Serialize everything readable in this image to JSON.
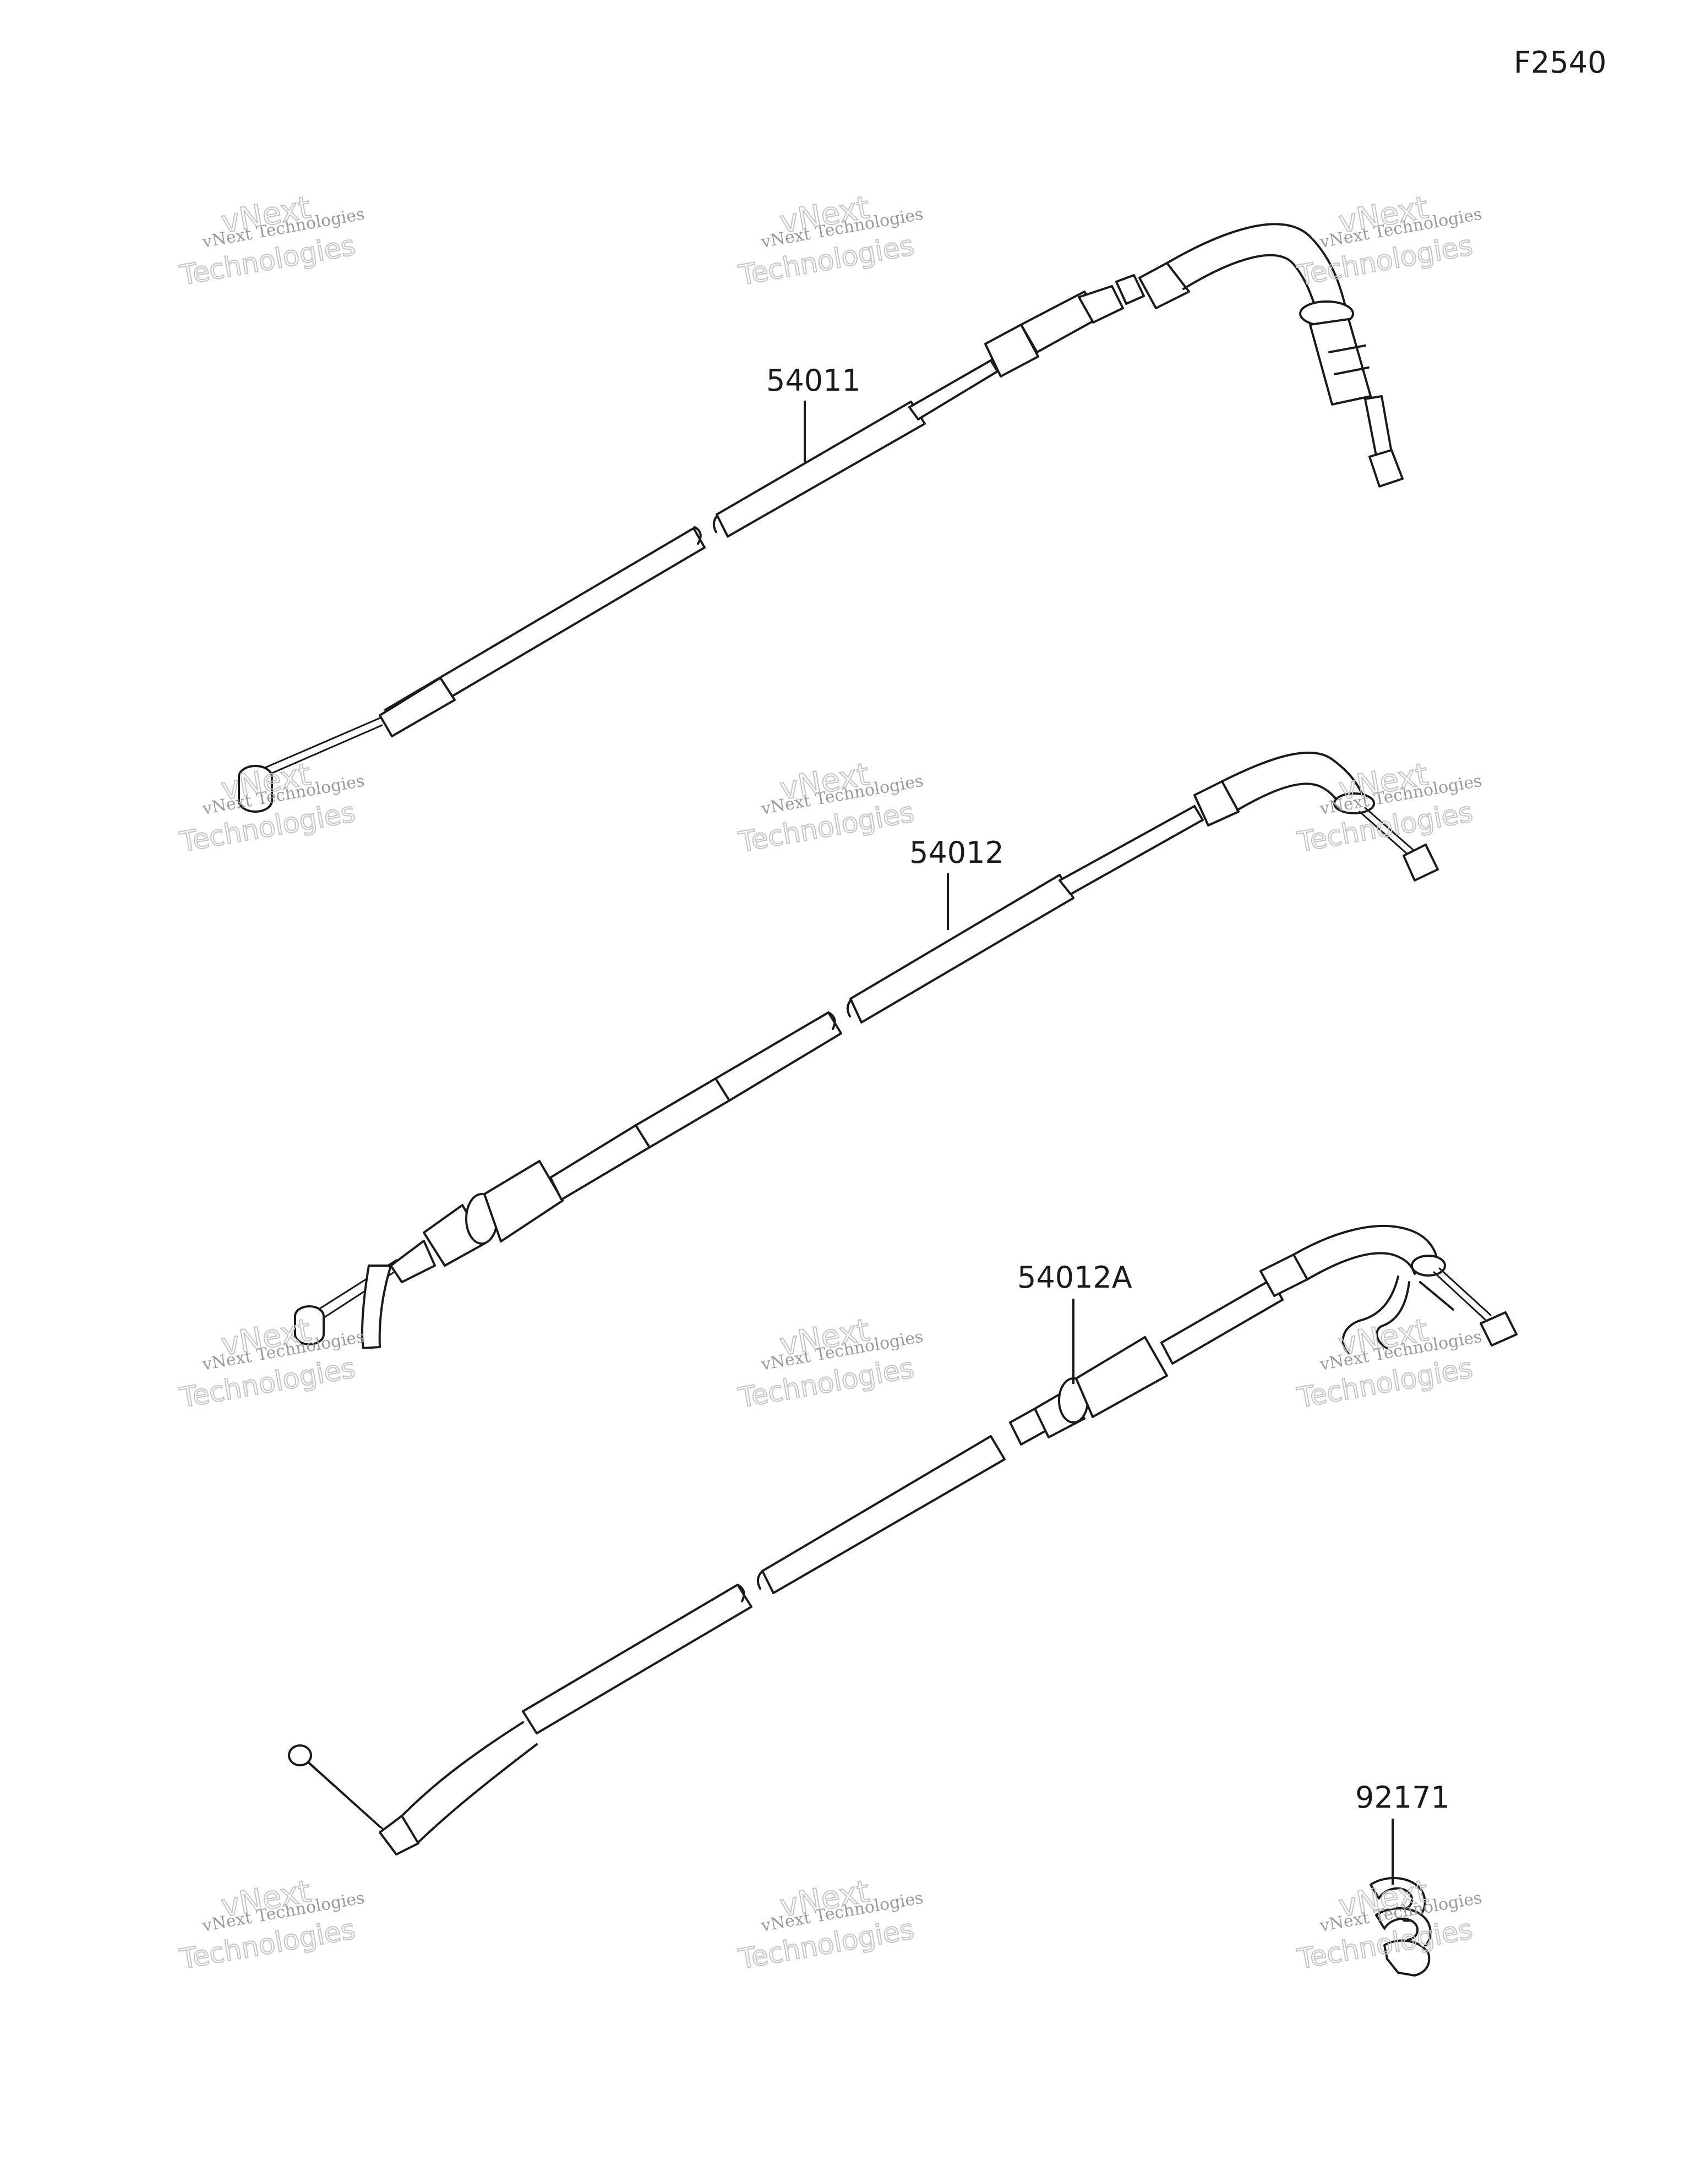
{
  "figure_code": "F2540",
  "parts": [
    {
      "id": "54011",
      "label": "54011"
    },
    {
      "id": "54012",
      "label": "54012"
    },
    {
      "id": "54012A",
      "label": "54012A"
    },
    {
      "id": "92171",
      "label": "92171"
    }
  ],
  "watermark": {
    "line1": "vNext Technologies",
    "line2": "vNext",
    "line3": "Technologies"
  }
}
